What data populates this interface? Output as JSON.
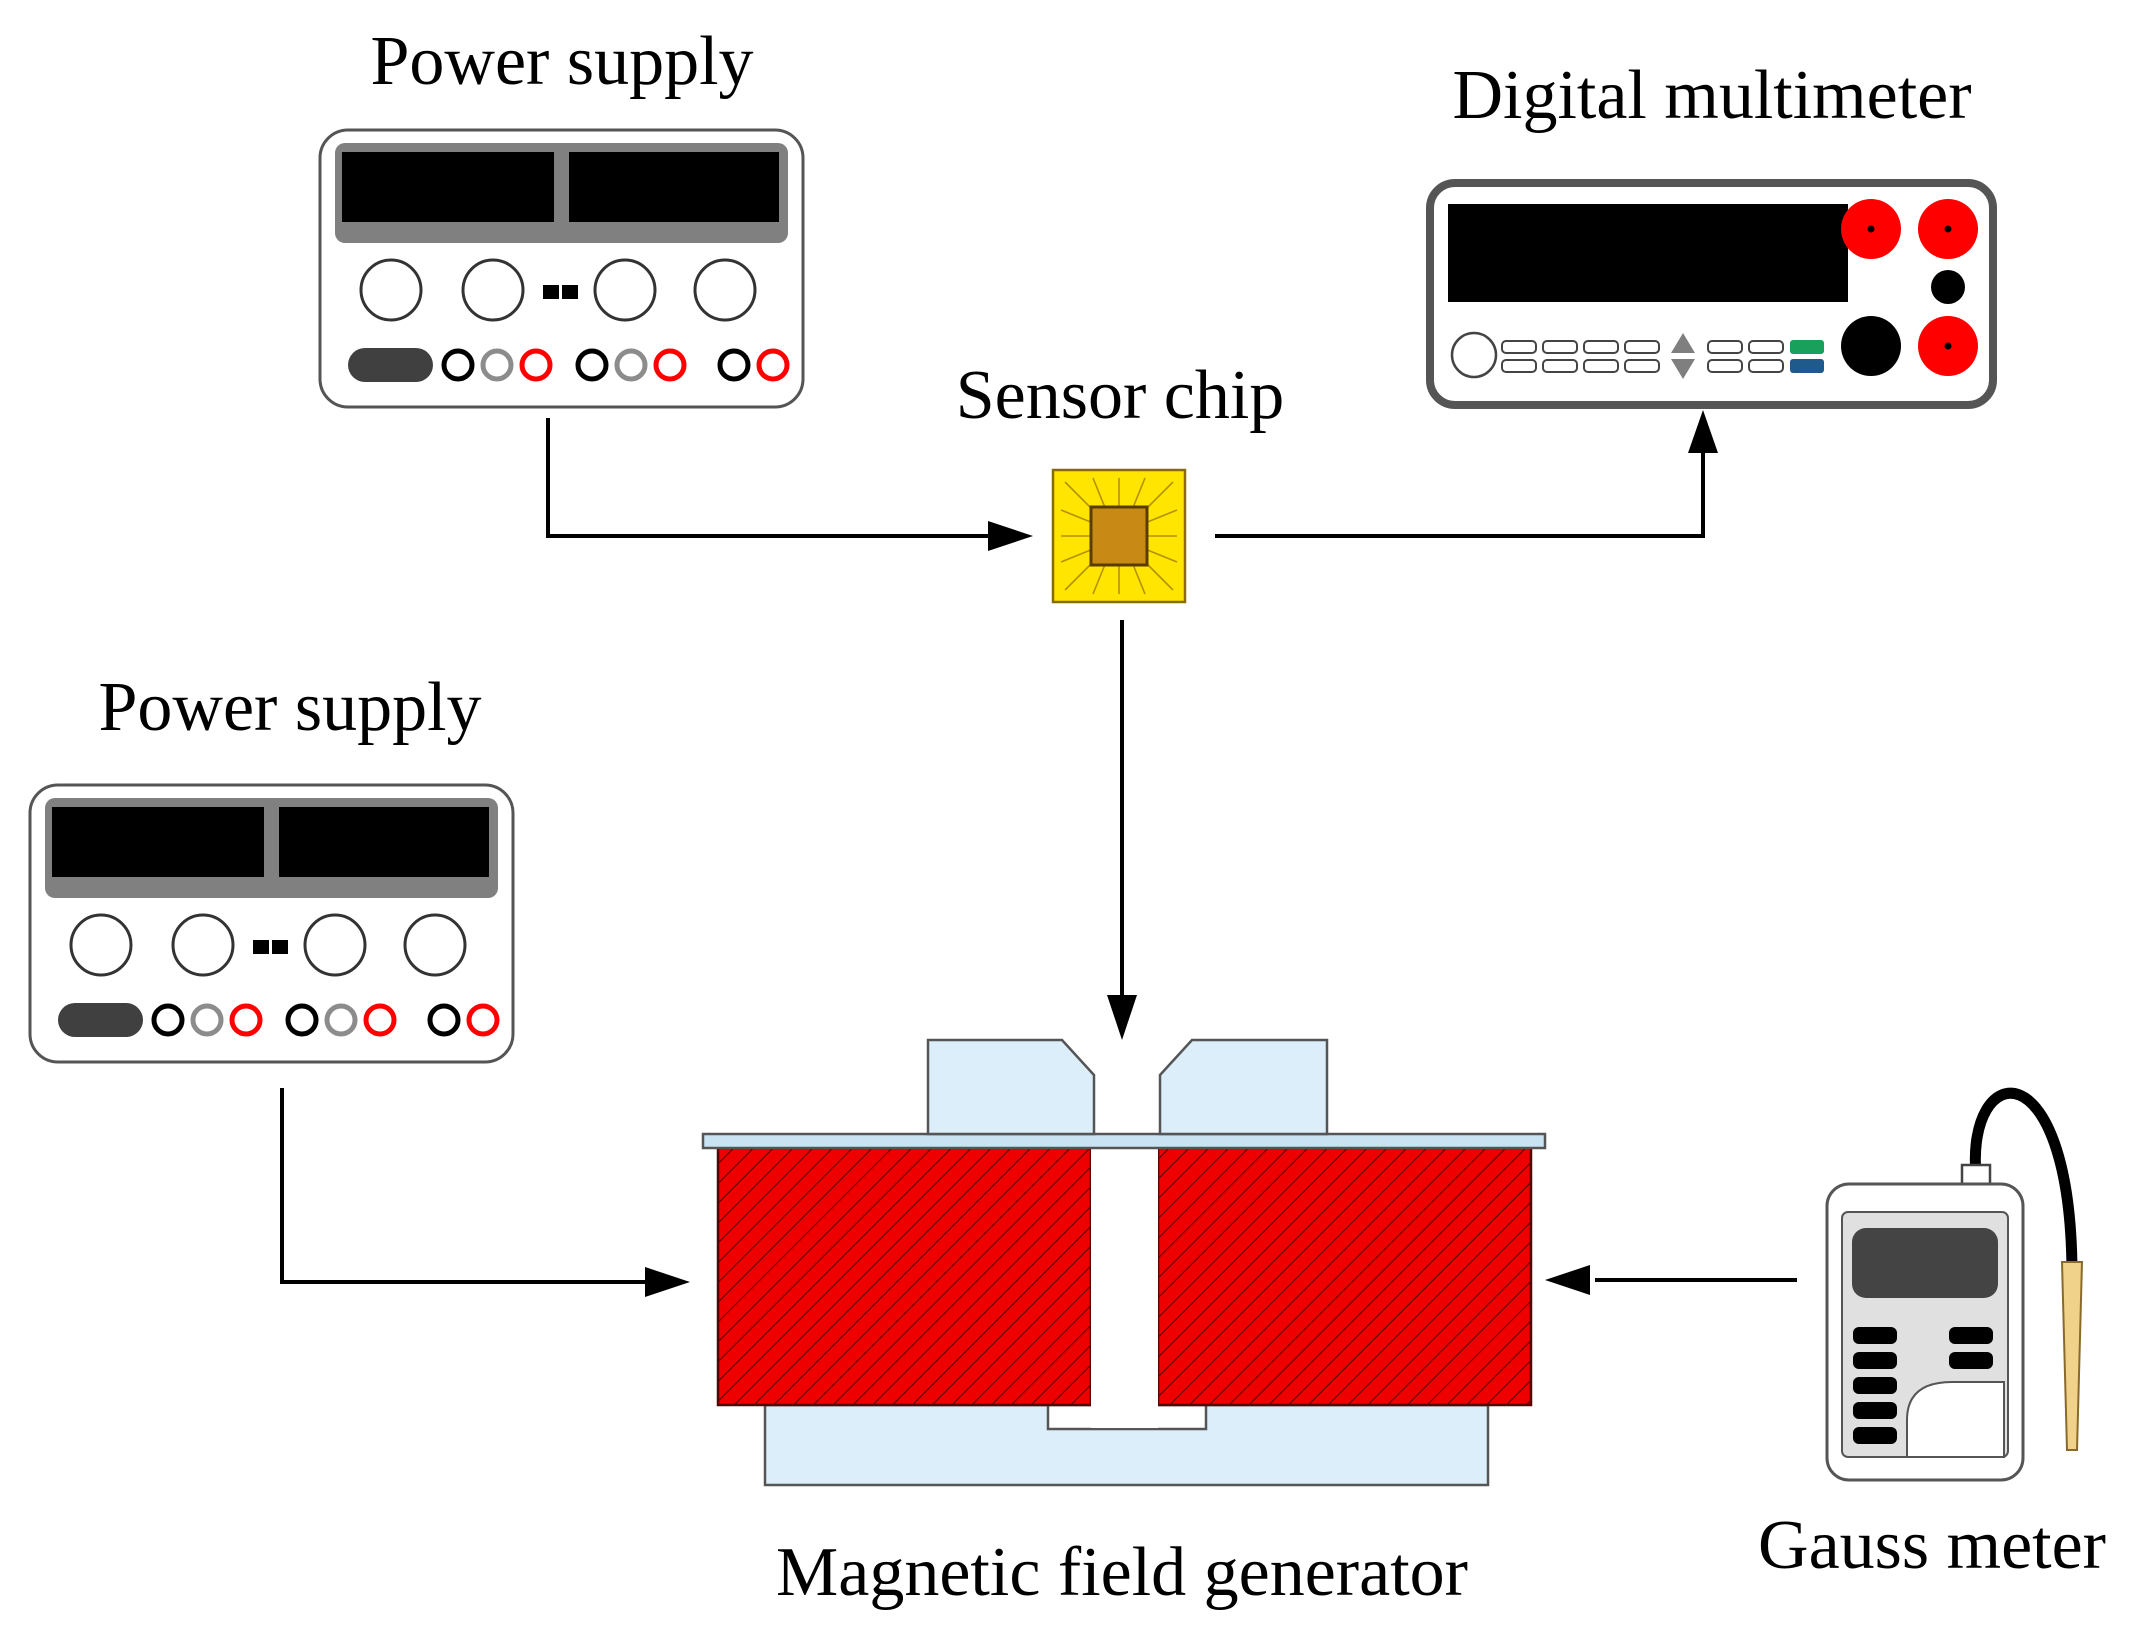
{
  "labels": {
    "power_supply_top": "Power supply",
    "power_supply_left": "Power supply",
    "digital_multimeter": "Digital multimeter",
    "sensor_chip": "Sensor chip",
    "magnetic_field_generator": "Magnetic field generator",
    "gauss_meter": "Gauss meter"
  },
  "colors": {
    "terminal_red": "#ff0000",
    "coil_red": "#ee0000",
    "pole_blue": "#dbeefa",
    "chip_yellow": "#ffe500",
    "chip_die": "#c88a14",
    "probe_tan": "#f0d28a",
    "display_black": "#000000",
    "button_green": "#19a05a",
    "button_blue": "#1e5a8c"
  }
}
